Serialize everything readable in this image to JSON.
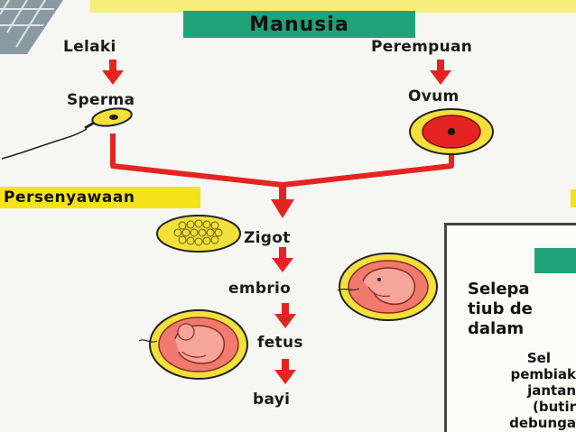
{
  "title": "Manusia",
  "male": {
    "label": "Lelaki",
    "gamete": "Sperma"
  },
  "female": {
    "label": "Perempuan",
    "gamete": "Ovum"
  },
  "process": "Persenyawaan",
  "stages": [
    "Zigot",
    "embrio",
    "fetus",
    "bayi"
  ],
  "side_panel": {
    "lines_large": [
      "Selepa",
      "tiub de",
      "dalam"
    ],
    "lines_small": [
      "Sel",
      "pembiak",
      "jantan",
      "(butir",
      "debunga"
    ]
  },
  "colors": {
    "arrow": "#e52421",
    "title_bg": "#21a37a",
    "highlight": "#f6e21a",
    "cell_yellow": "#f3e03a",
    "embryo_pink": "#f07a6e"
  },
  "icons": [
    "sperm-cell-icon",
    "ovum-cell-icon",
    "zygote-cell-icon",
    "embryo-icon",
    "fetus-icon"
  ]
}
